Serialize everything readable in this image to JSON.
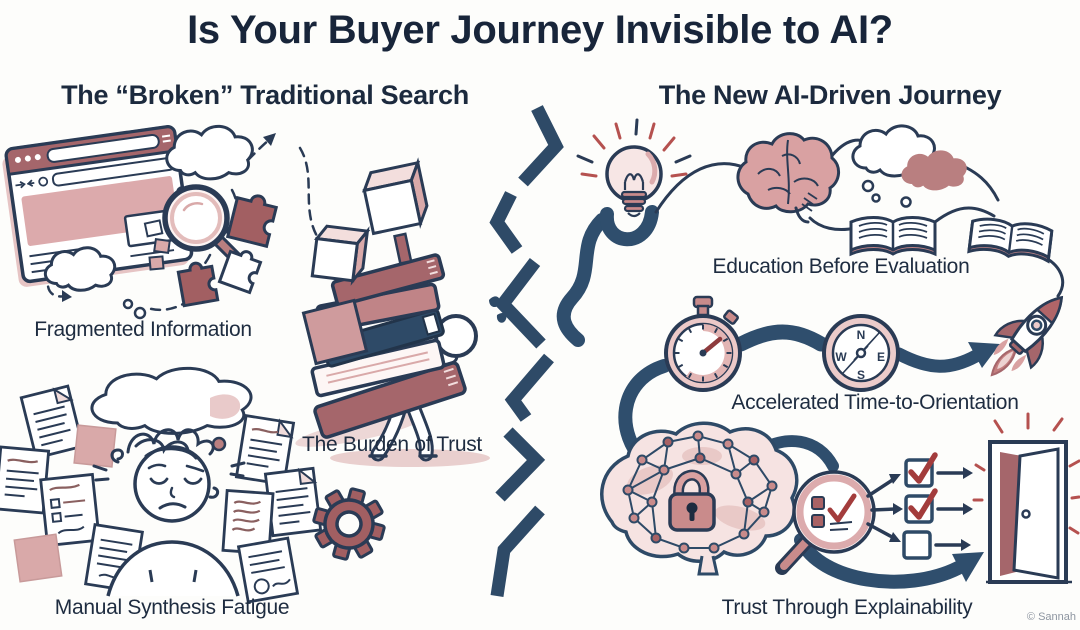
{
  "title": "Is Your Buyer Journey Invisible to AI?",
  "watermark": "© Sannah",
  "colors": {
    "ink_navy": "#243349",
    "text_navy": "#1c2a3e",
    "path_steel_blue": "#2f4e6d",
    "maroon": "#a5666b",
    "pink": "#d9a9a9",
    "pink_light": "#f0dbda",
    "check_red": "#a33c3c",
    "ray_red": "#b5514f",
    "background": "#fdfdfb"
  },
  "left": {
    "header": "The “Broken” Traditional Search",
    "items": [
      {
        "label": "Fragmented Information",
        "icons": [
          "browser-window-icon",
          "magnifier-icon",
          "puzzle-piece-icon",
          "thought-cloud-icon",
          "dashed-arrow-icon"
        ]
      },
      {
        "label": "The Burden of Trust",
        "icons": [
          "person-carrying-icon",
          "book-stack-icon",
          "box-icon",
          "sweat-drops-icon"
        ]
      },
      {
        "label": "Manual Synthesis Fatigue",
        "icons": [
          "overwhelmed-person-icon",
          "tangled-scribble-icon",
          "paper-icon",
          "sticky-note-icon",
          "thought-cloud-icon",
          "gear-icon"
        ]
      }
    ]
  },
  "right": {
    "header": "The New AI-Driven Journey",
    "items": [
      {
        "label": "Education Before Evaluation",
        "icons": [
          "lightbulb-icon",
          "brain-icon",
          "thought-cloud-icon",
          "open-book-icon"
        ]
      },
      {
        "label": "Accelerated Time-to-Orientation",
        "icons": [
          "stopwatch-icon",
          "compass-icon",
          "arrow-icon",
          "rocket-icon"
        ]
      },
      {
        "label": "Trust Through Explainability",
        "icons": [
          "brain-network-icon",
          "padlock-icon",
          "checklist-magnifier-icon",
          "checkbox-icon",
          "door-icon"
        ]
      }
    ]
  },
  "compass": {
    "n": "N",
    "e": "E",
    "s": "S",
    "w": "W"
  }
}
